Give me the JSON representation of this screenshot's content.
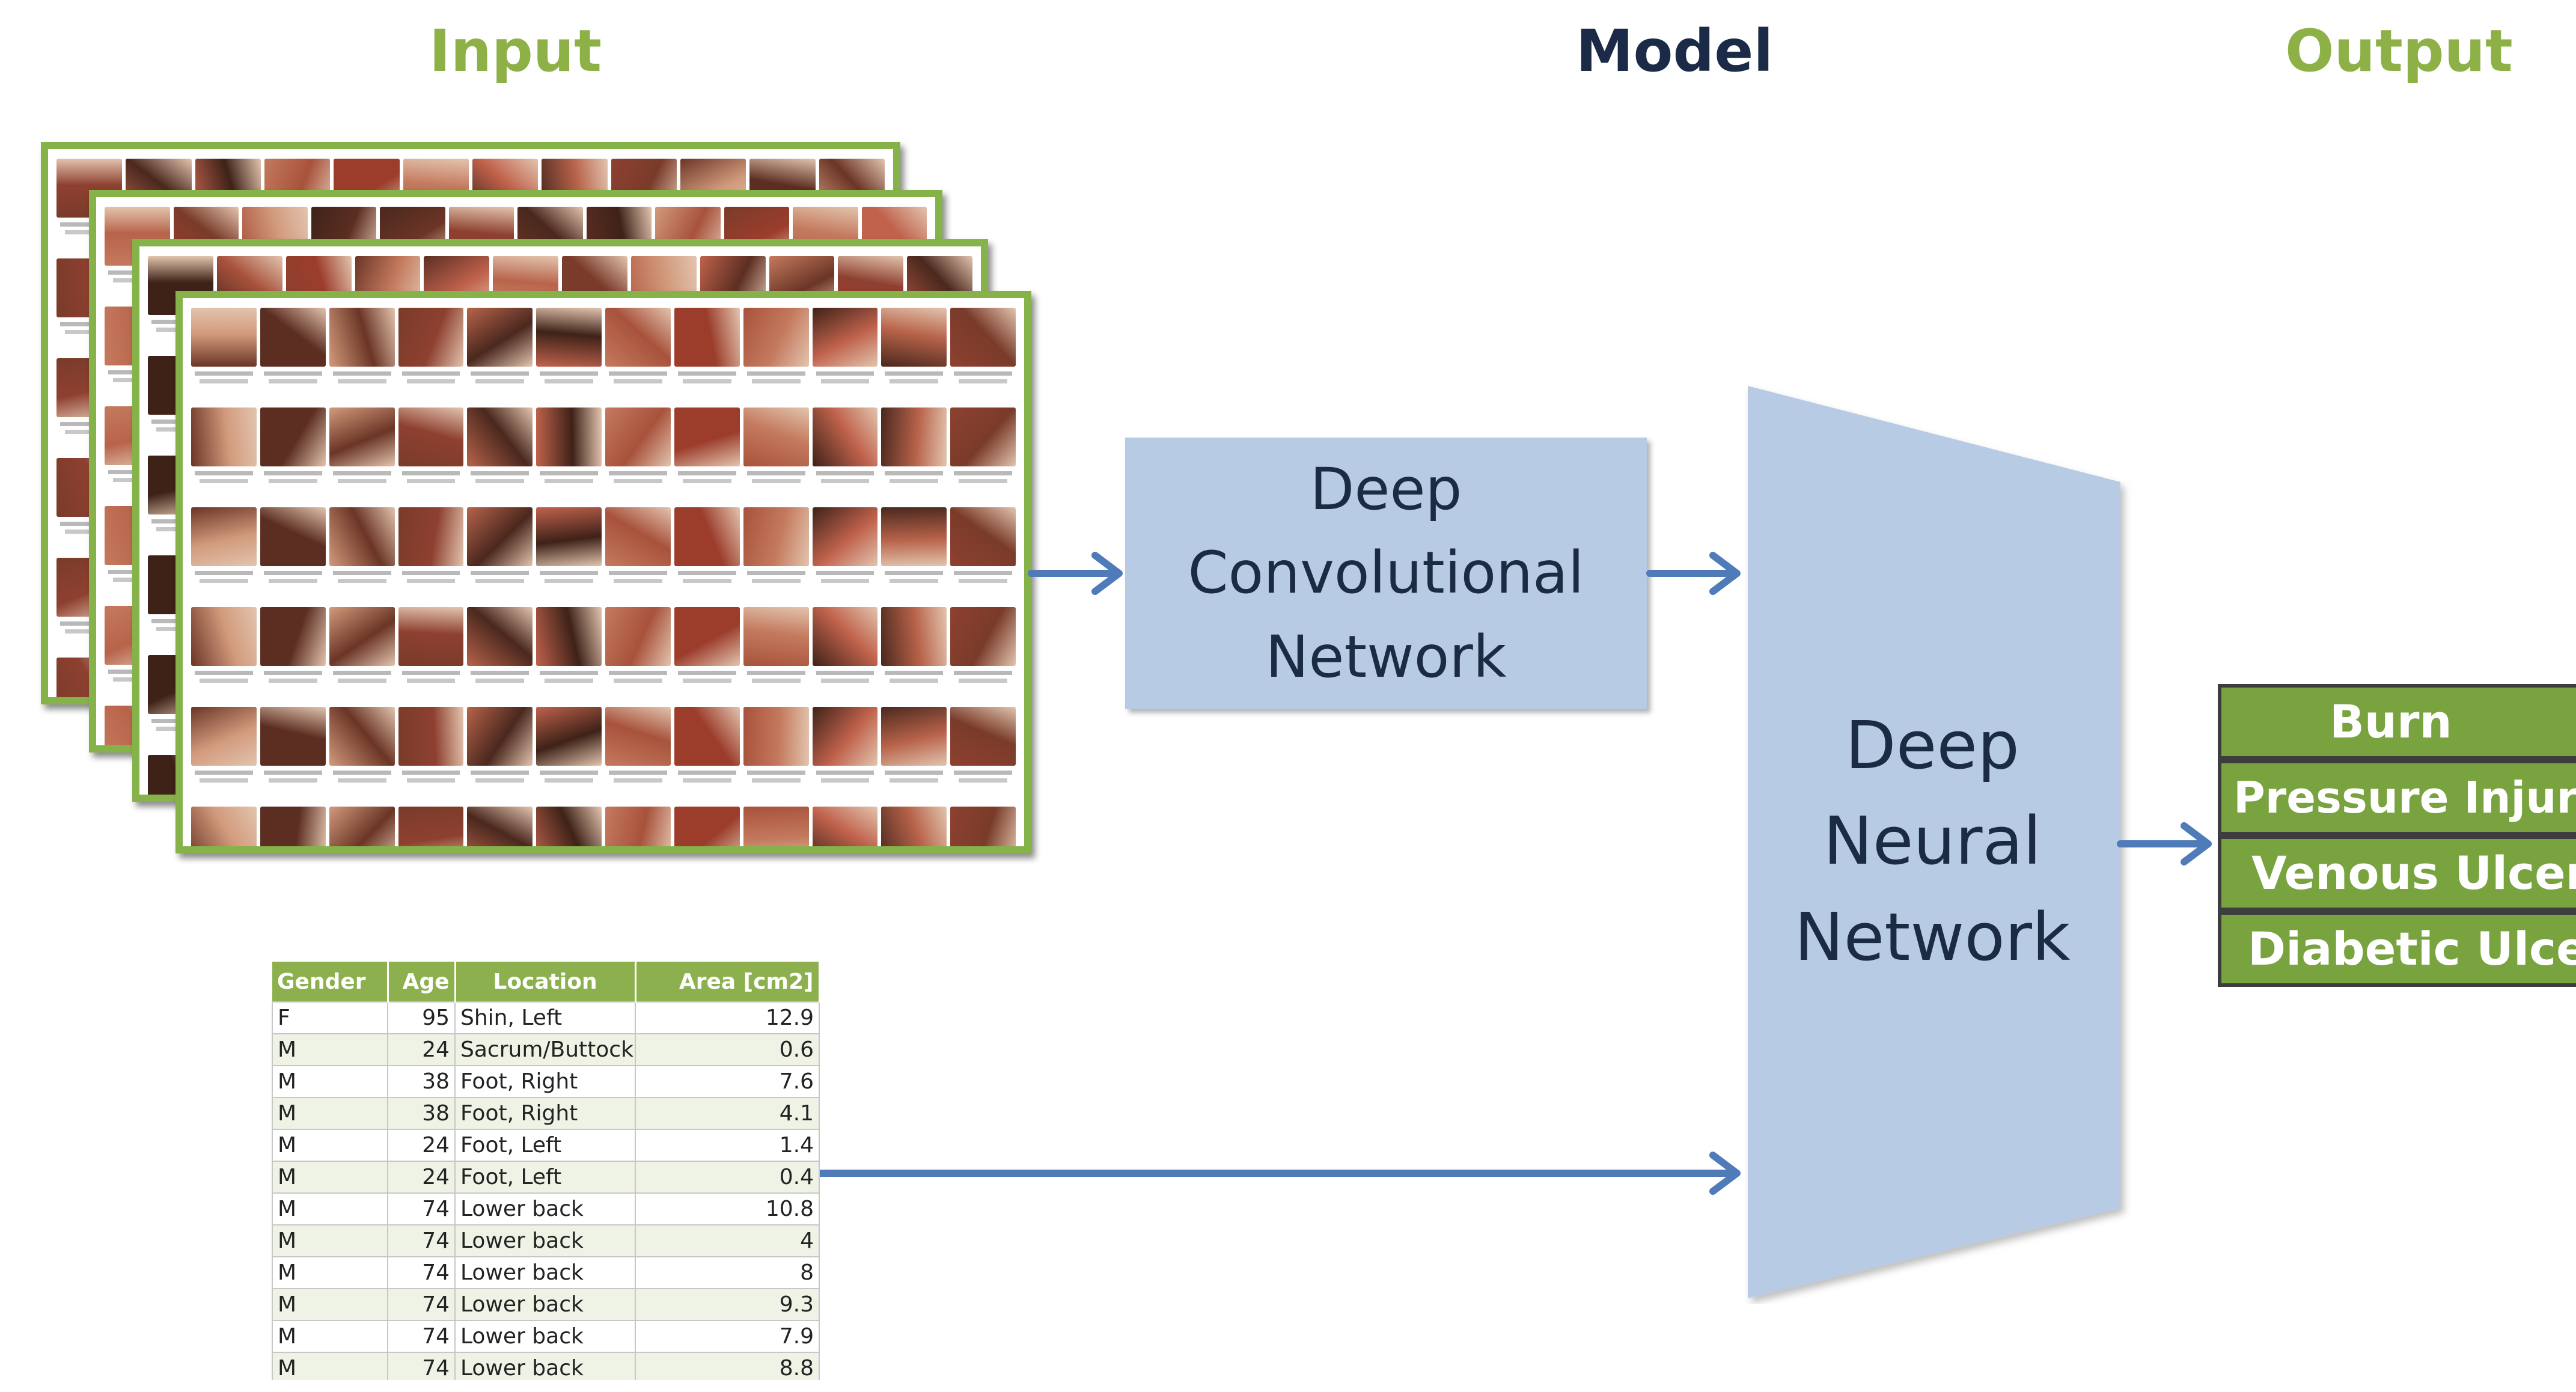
{
  "headings": {
    "input": "Input",
    "model": "Model",
    "output": "Output"
  },
  "colors": {
    "green_heading": "#8db146",
    "navy_heading": "#1b2a47",
    "box_fill": "#b7cbe4",
    "arrow": "#4f7bb8",
    "output_fill": "#78a33f"
  },
  "cnn_box": {
    "lines": [
      "Deep",
      "Convolutional",
      "Network"
    ]
  },
  "dnn_box": {
    "lines": [
      "Deep",
      "Neural",
      "Network"
    ]
  },
  "table": {
    "headers": [
      "Gender",
      "Age",
      "Location",
      "Area [cm2]"
    ],
    "rows": [
      [
        "F",
        "95",
        "Shin, Left",
        "12.9"
      ],
      [
        "M",
        "24",
        "Sacrum/Buttock",
        "0.6"
      ],
      [
        "M",
        "38",
        "Foot, Right",
        "7.6"
      ],
      [
        "M",
        "38",
        "Foot, Right",
        "4.1"
      ],
      [
        "M",
        "24",
        "Foot, Left",
        "1.4"
      ],
      [
        "M",
        "24",
        "Foot, Left",
        "0.4"
      ],
      [
        "M",
        "74",
        "Lower back",
        "10.8"
      ],
      [
        "M",
        "74",
        "Lower back",
        "4"
      ],
      [
        "M",
        "74",
        "Lower back",
        "8"
      ],
      [
        "M",
        "74",
        "Lower back",
        "9.3"
      ],
      [
        "M",
        "74",
        "Lower back",
        "7.9"
      ],
      [
        "M",
        "74",
        "Lower back",
        "8.8"
      ]
    ]
  },
  "outputs": [
    "Burn",
    "Pressure Injury",
    "Venous Ulcer",
    "Diabetic Ulcer"
  ]
}
